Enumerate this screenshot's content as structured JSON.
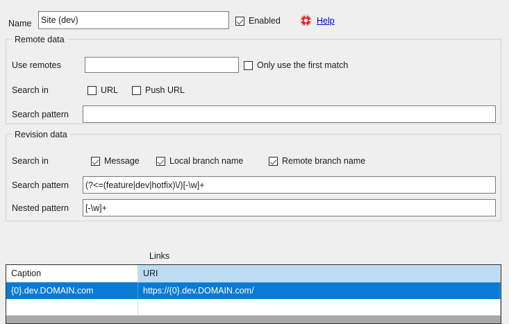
{
  "name_row": {
    "label": "Name",
    "value": "Site (dev)",
    "enabled_label": "Enabled",
    "enabled_checked": true,
    "help_label": "Help",
    "help_icon": "lifebuoy-icon"
  },
  "remote_data": {
    "legend": "Remote data",
    "use_remotes_label": "Use remotes",
    "use_remotes_value": "",
    "only_first_match_label": "Only use the first match",
    "only_first_match_checked": false,
    "search_in_label": "Search in",
    "url_label": "URL",
    "url_checked": false,
    "push_url_label": "Push URL",
    "push_url_checked": false,
    "search_pattern_label": "Search pattern",
    "search_pattern_value": ""
  },
  "revision_data": {
    "legend": "Revision data",
    "search_in_label": "Search in",
    "message_label": "Message",
    "message_checked": true,
    "local_branch_label": "Local branch name",
    "local_branch_checked": true,
    "remote_branch_label": "Remote branch name",
    "remote_branch_checked": true,
    "search_pattern_label": "Search pattern",
    "search_pattern_value": "(?<=(feature|dev|hotfix)\\/)[-\\w]+",
    "nested_pattern_label": "Nested pattern",
    "nested_pattern_value": "[-\\w]+"
  },
  "links": {
    "title": "Links",
    "columns": [
      {
        "key": "caption",
        "label": "Caption",
        "hot": false
      },
      {
        "key": "uri",
        "label": "URI",
        "hot": true
      }
    ],
    "rows": [
      {
        "caption": "{0}.dev.DOMAIN.com",
        "uri": "https://{0}.dev.DOMAIN.com/",
        "selected": true
      },
      {
        "caption": "",
        "uri": "",
        "selected": false
      }
    ]
  },
  "colors": {
    "background": "#efefef",
    "selection_blue": "#0b7ad5",
    "header_hot_blue": "#bcdcf4",
    "link_blue": "#0000cd",
    "help_icon_red": "#e8192c",
    "footer_gray": "#a9a9a9"
  }
}
